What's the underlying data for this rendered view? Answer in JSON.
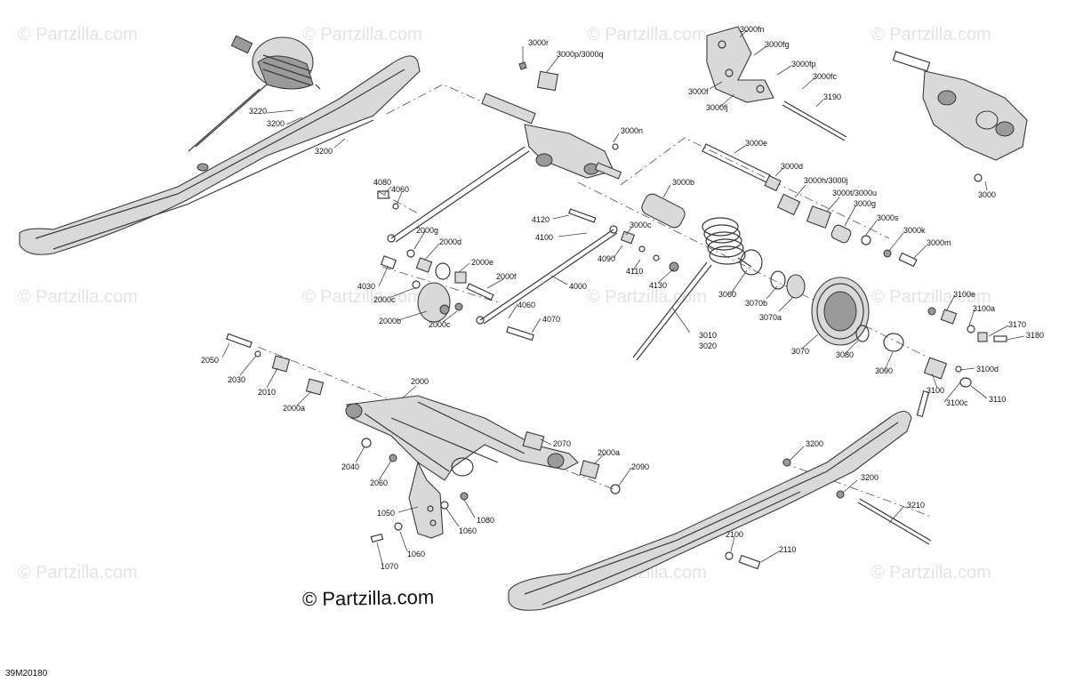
{
  "watermark_text": "© Partzilla.com",
  "copyright_text": "© Partzilla.com",
  "figure_code": "39M20180",
  "callouts": {
    "c3000r": "3000r",
    "c3000pq": "3000p/3000q",
    "c3000fn": "3000fn",
    "c3000fg": "3000fg",
    "c3000fp": "3000fp",
    "c3000fc": "3000fc",
    "c3000f": "3000f",
    "c3000fj": "3000fj",
    "c3190": "3190",
    "c3000": "3000",
    "c3000n": "3000n",
    "c3000e": "3000e",
    "c3000d": "3000d",
    "c3000hj": "3000h/3000j",
    "c3000tu": "3000t/3000u",
    "c3000b": "3000b",
    "c3000g": "3000g",
    "c3000s": "3000s",
    "c3000k": "3000k",
    "c3000m": "3000m",
    "c3000c": "3000c",
    "c3220": "3220",
    "c3200a": "3200",
    "c3200b": "3200",
    "c4080": "4080",
    "c4060a": "4060",
    "c4120": "4120",
    "c4100": "4100",
    "c4090": "4090",
    "c4110": "4110",
    "c4130": "4130",
    "c2000g": "2000g",
    "c2000d": "2000d",
    "c2000e": "2000e",
    "c2000f": "2000f",
    "c4000": "4000",
    "c4030": "4030",
    "c2000c1": "2000c",
    "c2000b": "2000b",
    "c2000c2": "2000c",
    "c4060b": "4060",
    "c4070": "4070",
    "c3060": "3060",
    "c3070b": "3070b",
    "c3070a": "3070a",
    "c3010": "3010",
    "c3020": "3020",
    "c3070": "3070",
    "c3080": "3080",
    "c3090": "3090",
    "c3100e": "3100e",
    "c3100a": "3100a",
    "c3170": "3170",
    "c3180": "3180",
    "c3100d": "3100d",
    "c3100": "3100",
    "c3100c": "3100c",
    "c3110": "3110",
    "c2050": "2050",
    "c2030": "2030",
    "c2010": "2010",
    "c2000a1": "2000a",
    "c2000": "2000",
    "c2070": "2070",
    "c2040": "2040",
    "c2060": "2060",
    "c2000a2": "2000a",
    "c2090": "2090",
    "c1050": "1050",
    "c1080": "1080",
    "c1060a": "1060",
    "c1060b": "1060",
    "c1070": "1070",
    "c3200c": "3200",
    "c3200d": "3200",
    "c3210": "3210",
    "c2100": "2100",
    "c2110": "2110"
  }
}
